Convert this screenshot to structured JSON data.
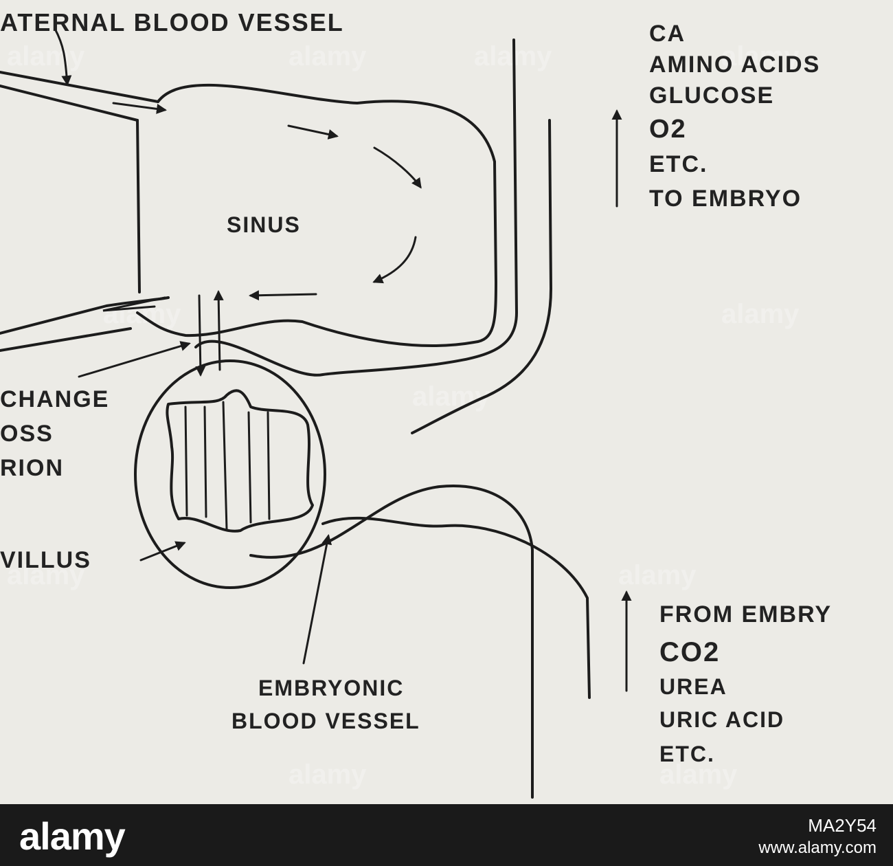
{
  "labels": {
    "maternal_vessel": "ATERNAL BLOOD VESSEL",
    "sinus": "SINUS",
    "exchange_1": "CHANGE",
    "exchange_2": "OSS",
    "exchange_3": "RION",
    "villus": "VILLUS",
    "embryonic_1": "EMBRYONIC",
    "embryonic_2": "BLOOD VESSEL"
  },
  "to_embryo": [
    "CA",
    "AMINO ACIDS",
    "GLUCOSE",
    "O2",
    "ETC.",
    "TO EMBRYO"
  ],
  "from_embryo": [
    "FROM EMBRY",
    "CO2",
    "UREA",
    "URIC ACID",
    "ETC."
  ],
  "watermark": {
    "text": "alamy"
  },
  "footer": {
    "brand": "alamy",
    "image_code": "MA2Y54",
    "url": "www.alamy.com"
  }
}
